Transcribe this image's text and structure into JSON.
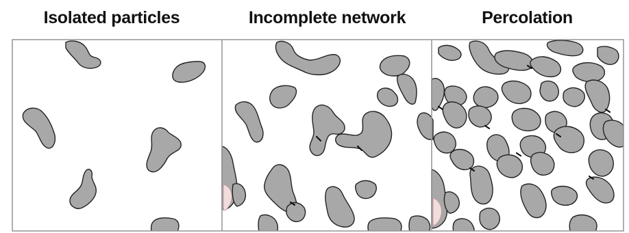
{
  "panels": [
    {
      "title": "Isolated particles"
    },
    {
      "title": "Incomplete network"
    },
    {
      "title": "Percolation"
    }
  ],
  "colors": {
    "particle_fill": "#a8a8a8",
    "particle_outline": "#222222",
    "frame": "#9a9a9a",
    "highlight_tint": "#f3dcdc"
  }
}
